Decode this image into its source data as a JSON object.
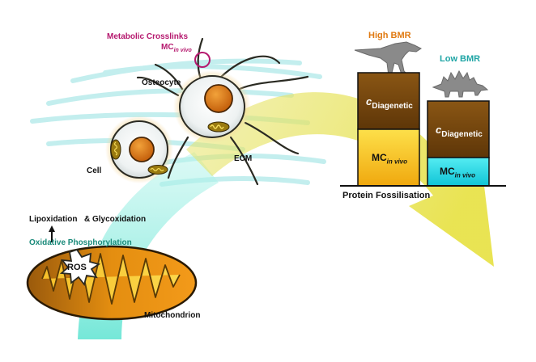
{
  "labels": {
    "metabolic_crosslinks": "Metabolic Crosslinks",
    "mc": "MC",
    "in_vivo": "in vivo",
    "osteocyte": "Osteocyte",
    "cell": "Cell",
    "ecm": "ECM",
    "lipoxidation": "Lipoxidation",
    "and_glycoxidation": "& Glycoxidation",
    "oxidative_phosphorylation": "Oxidative Phosphorylation",
    "ros": "ROS",
    "mitochondrion": "Mitochondrion"
  },
  "bars": {
    "high_bmr_title": "High BMR",
    "low_bmr_title": "Low BMR",
    "c_letter": "c",
    "diagenetic": "Diagenetic",
    "axis_label": "Protein Fossilisation"
  },
  "colors": {
    "crosslink_magenta": "#b5186e",
    "high_bmr_orange": "#e07a12",
    "low_bmr_teal": "#1fa5a5",
    "diagenetic_brown": "#7a4a10",
    "mc_yellow": "#f7c21a",
    "mc_cyan": "#22d6e6",
    "oxphos_teal": "#1a8a7a",
    "arrow_yellow": "#e9ec6a",
    "arrow_cyan": "#8ef0e2",
    "mitochondrion_orange": "#e38a0e"
  },
  "icons": {
    "dinosaur_high": "theropod-silhouette-icon",
    "dinosaur_low": "stegosaur-silhouette-icon",
    "ros_burst": "starburst-icon",
    "up_arrow": "up-arrow-icon"
  }
}
